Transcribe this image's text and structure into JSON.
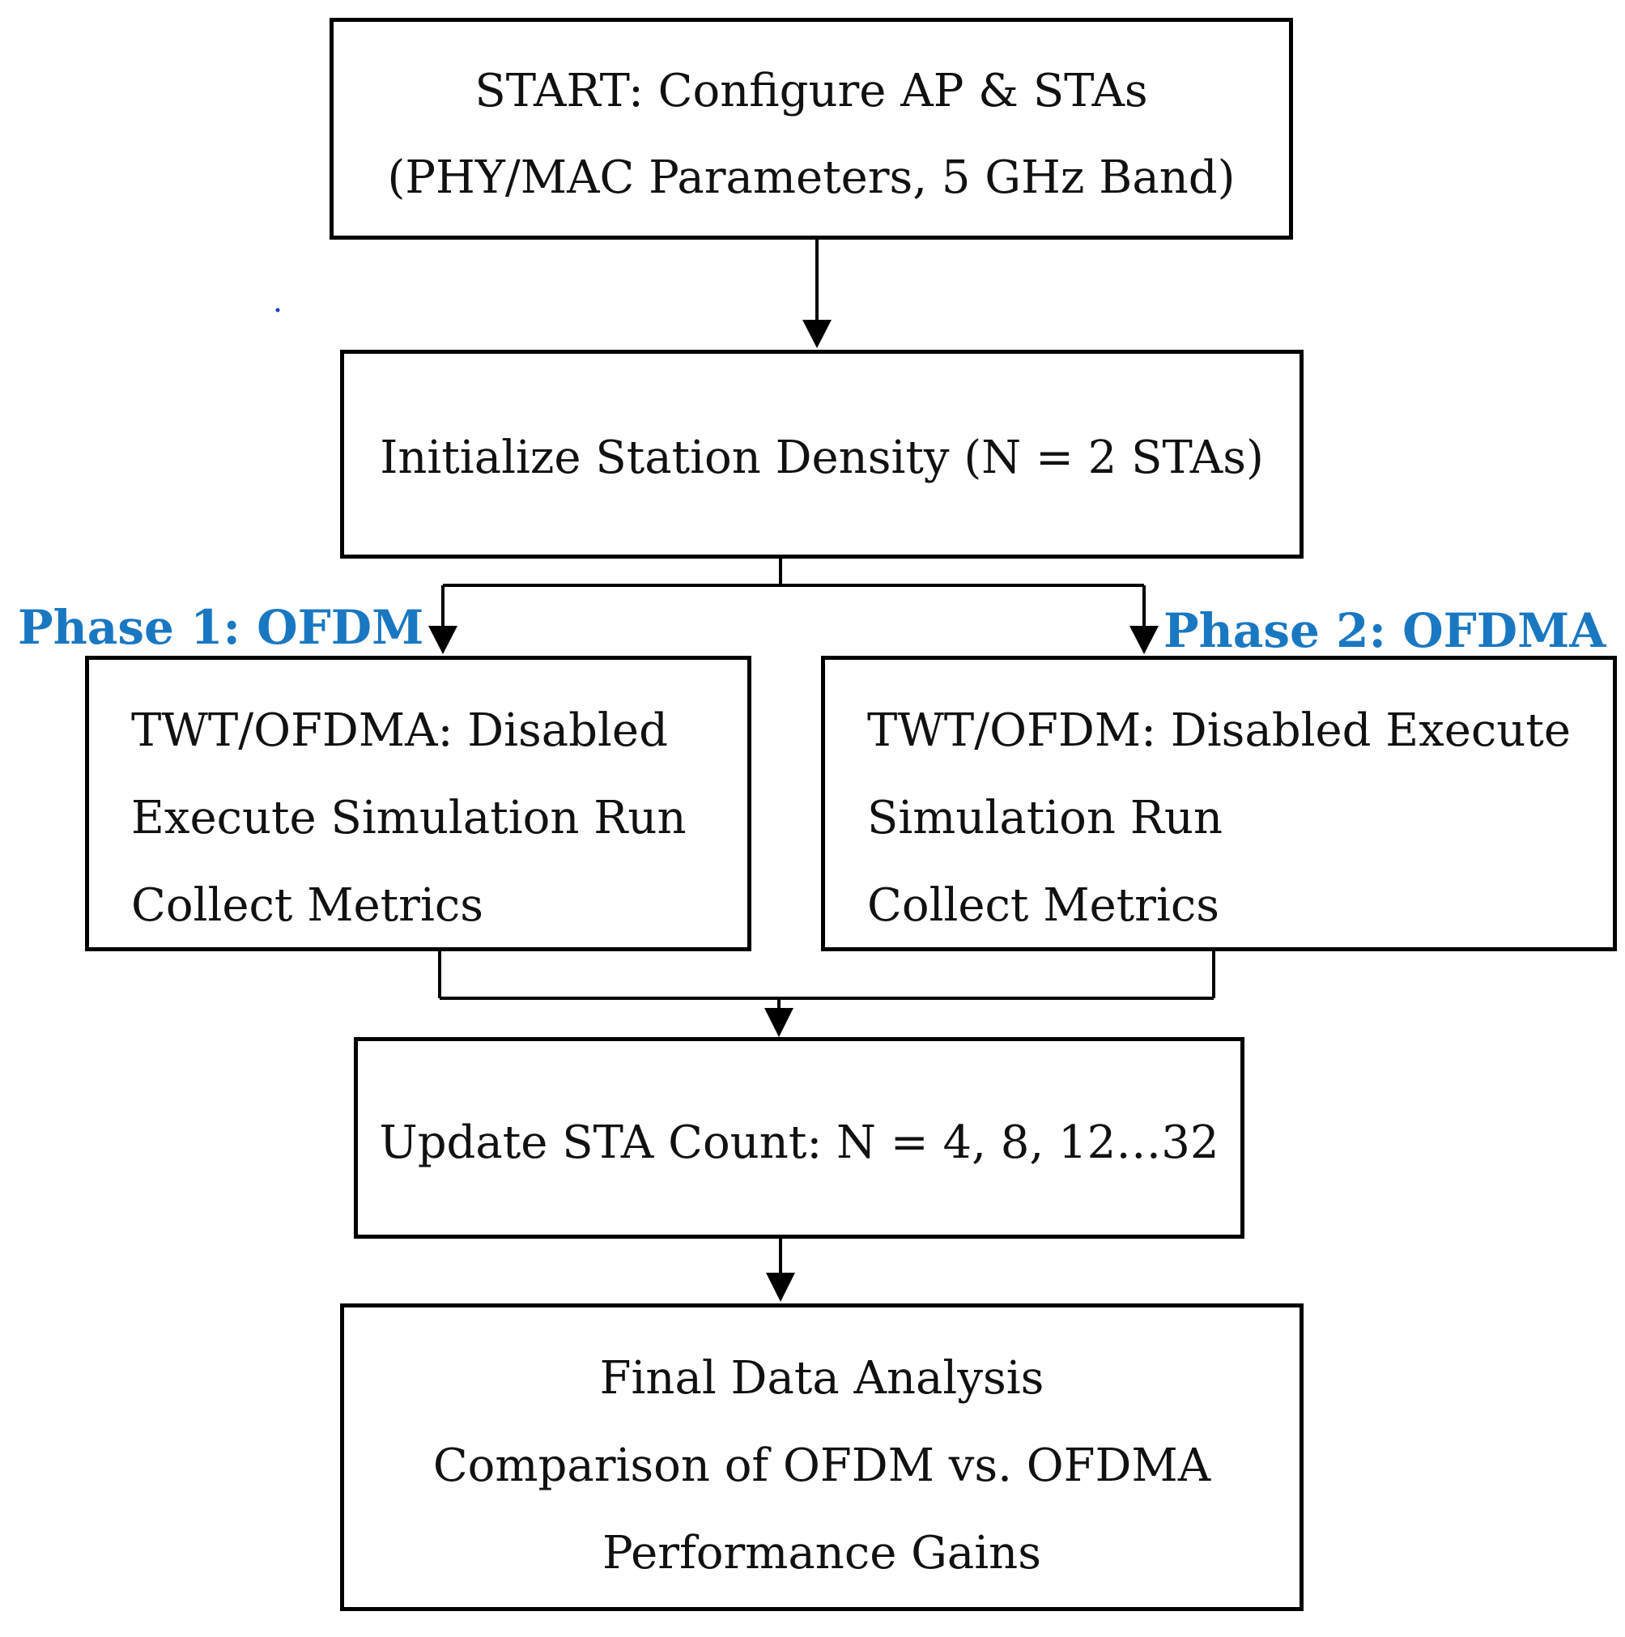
{
  "colors": {
    "phase_label": "#1a78c2",
    "stroke": "#000000"
  },
  "boxes": {
    "start": {
      "lines": [
        "START: Configure AP & STAs",
        "(PHY/MAC Parameters, 5 GHz Band)"
      ]
    },
    "init": {
      "lines": [
        "Initialize Station Density (N = 2 STAs)"
      ]
    },
    "phase1": {
      "lines": [
        "TWT/OFDMA: Disabled",
        "Execute Simulation Run",
        "Collect Metrics"
      ]
    },
    "phase2": {
      "lines": [
        "TWT/OFDM: Disabled Execute",
        "Simulation Run",
        "Collect Metrics"
      ]
    },
    "update": {
      "lines": [
        "Update STA Count: N = 4, 8, 12…32"
      ]
    },
    "final": {
      "lines": [
        "Final Data Analysis",
        "Comparison of OFDM vs. OFDMA",
        "Performance Gains"
      ]
    }
  },
  "phase_labels": {
    "phase1": "Phase 1: OFDM",
    "phase2": "Phase 2: OFDMA"
  }
}
